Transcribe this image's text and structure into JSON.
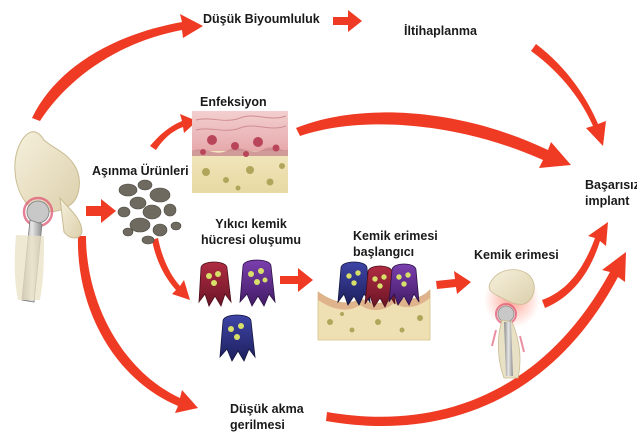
{
  "labels": {
    "low_biocompat": "Düşük Biyoumluluk",
    "inflammation": "İltihaplanma",
    "infection": "Enfeksiyon",
    "wear_products": "Aşınma Ürünleri",
    "osteoclast_line1": "Yıkıcı kemik",
    "osteoclast_line2": "hücresi oluşumu",
    "resorption_start_line1": "Kemik erimesi",
    "resorption_start_line2": "başlangıcı",
    "resorption": "Kemik erimesi",
    "failure_line1": "Başarısız",
    "failure_line2": "implant",
    "low_yield_line1": "Düşük akma",
    "low_yield_line2": "gerilmesi"
  },
  "colors": {
    "arrow": "#ef3b24",
    "bone": "#ece3c8",
    "implant": "#b9b9b9",
    "cell_red": "#8e1f35",
    "cell_purple": "#5a2a86",
    "cell_blue": "#2b2f7e",
    "nuclei": "#d8e06a",
    "tissue_pink": "#e9b7b7",
    "tissue_cream": "#efe4b4",
    "debris": "#6e6a60"
  },
  "icons": {
    "hip_implant": "hip-implant-icon",
    "debris": "wear-debris-icon",
    "osteoclast": "osteoclast-cell-icon",
    "tissue": "infected-tissue-icon"
  }
}
